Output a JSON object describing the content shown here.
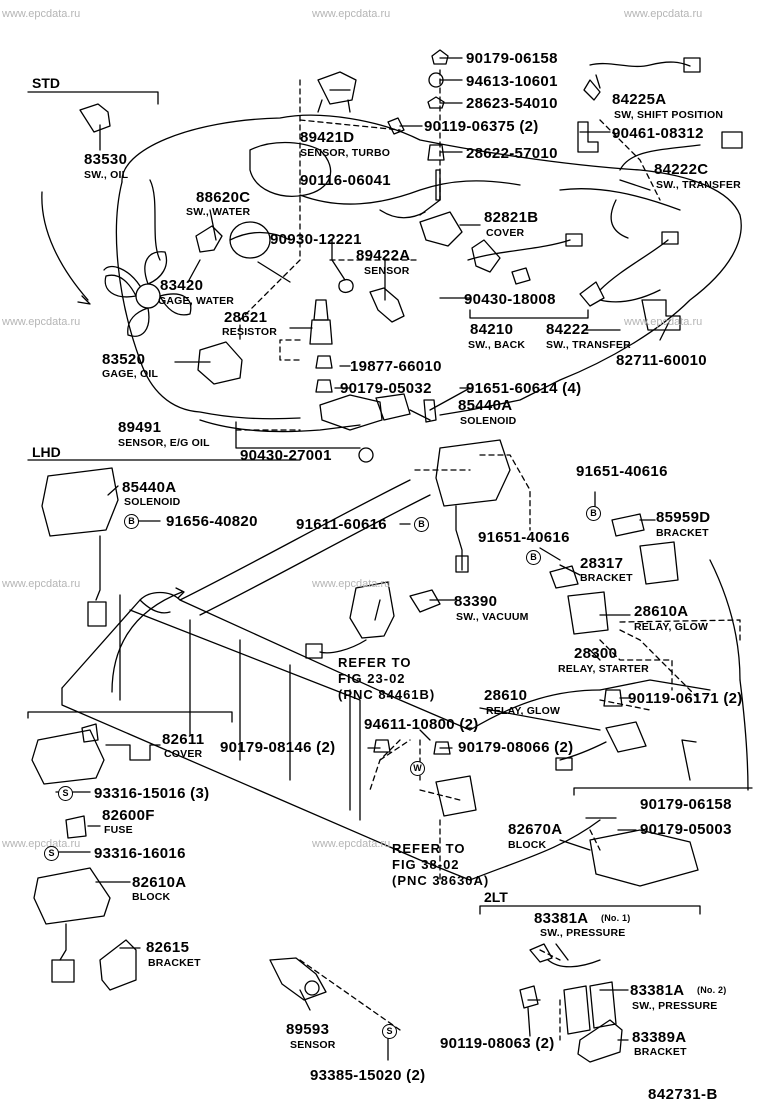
{
  "diagram": {
    "code": "842731-B",
    "watermark": "www.epcdata.ru",
    "sections": [
      "STD",
      "LHD",
      "2LT"
    ],
    "symbols": {
      "B": "B",
      "W": "W",
      "S": "S"
    },
    "labels": [
      {
        "id": "l01",
        "pn": "90179-06158"
      },
      {
        "id": "l02",
        "pn": "94613-10601"
      },
      {
        "id": "l03",
        "pn": "28623-54010"
      },
      {
        "id": "l04",
        "pn": "90119-06375 (2)"
      },
      {
        "id": "l05",
        "pn": "28622-57010"
      },
      {
        "id": "l06",
        "pn": "84225A",
        "desc": "SW, SHIFT POSITION"
      },
      {
        "id": "l07",
        "pn": "90461-08312"
      },
      {
        "id": "l08",
        "pn": "84222C",
        "desc": "SW., TRANSFER"
      },
      {
        "id": "l09",
        "pn": "89421D",
        "desc": "SENSOR, TURBO"
      },
      {
        "id": "l10",
        "pn": "90116-06041"
      },
      {
        "id": "l11",
        "pn": "83530",
        "desc": "SW., OIL"
      },
      {
        "id": "l12",
        "pn": "88620C",
        "desc": "SW., WATER"
      },
      {
        "id": "l13",
        "pn": "82821B",
        "desc": "COVER"
      },
      {
        "id": "l14",
        "pn": "90930-12221"
      },
      {
        "id": "l15",
        "pn": "89422A",
        "desc": "SENSOR"
      },
      {
        "id": "l16",
        "pn": "83420",
        "desc": "GAGE, WATER"
      },
      {
        "id": "l17",
        "pn": "90430-18008"
      },
      {
        "id": "l18",
        "pn": "28621",
        "desc": "RESISTOR"
      },
      {
        "id": "l19",
        "pn": "84210",
        "desc": "SW., BACK"
      },
      {
        "id": "l20",
        "pn": "84222",
        "desc": "SW., TRANSFER"
      },
      {
        "id": "l21",
        "pn": "82711-60010"
      },
      {
        "id": "l22",
        "pn": "83520",
        "desc": "GAGE, OIL"
      },
      {
        "id": "l23",
        "pn": "19877-66010"
      },
      {
        "id": "l24",
        "pn": "90179-05032"
      },
      {
        "id": "l25",
        "pn": "91651-60614 (4)"
      },
      {
        "id": "l26",
        "pn": "85440A",
        "desc": "SOLENOID"
      },
      {
        "id": "l27",
        "pn": "89491",
        "desc": "SENSOR, E/G OIL"
      },
      {
        "id": "l28",
        "pn": "90430-27001"
      },
      {
        "id": "l29",
        "pn": "85440A",
        "desc": "SOLENOID"
      },
      {
        "id": "l30",
        "pn": "91656-40820"
      },
      {
        "id": "l31",
        "pn": "91651-40616"
      },
      {
        "id": "l32",
        "pn": "85959D",
        "desc": "BRACKET"
      },
      {
        "id": "l33",
        "pn": "91611-60616"
      },
      {
        "id": "l34",
        "pn": "91651-40616"
      },
      {
        "id": "l35",
        "pn": "28317",
        "desc": "BRACKET"
      },
      {
        "id": "l36",
        "pn": "83390",
        "desc": "SW., VACUUM"
      },
      {
        "id": "l37",
        "pn": "28610A",
        "desc": "RELAY, GLOW"
      },
      {
        "id": "l38",
        "pn": "28300",
        "desc": "RELAY, STARTER"
      },
      {
        "id": "l39",
        "ref": [
          "REFER TO",
          "FIG 23-02",
          "(PNC 84461B)"
        ]
      },
      {
        "id": "l40",
        "pn": "28610",
        "desc": "RELAY, GLOW"
      },
      {
        "id": "l41",
        "pn": "90119-06171 (2)"
      },
      {
        "id": "l42",
        "pn": "94611-10800 (2)"
      },
      {
        "id": "l43",
        "pn": "82611",
        "desc": "COVER"
      },
      {
        "id": "l44",
        "pn": "90179-08146 (2)"
      },
      {
        "id": "l45",
        "pn": "90179-08066 (2)"
      },
      {
        "id": "l46",
        "pn": "93316-15016 (3)"
      },
      {
        "id": "l47",
        "pn": "82600F",
        "desc": "FUSE"
      },
      {
        "id": "l48",
        "pn": "90179-06158"
      },
      {
        "id": "l49",
        "pn": "82670A",
        "desc": "BLOCK"
      },
      {
        "id": "l50",
        "pn": "90179-05003"
      },
      {
        "id": "l51",
        "pn": "93316-16016"
      },
      {
        "id": "l52",
        "ref": [
          "REFER TO",
          "FIG 38-02",
          "(PNC 38630A)"
        ]
      },
      {
        "id": "l53",
        "pn": "82610A",
        "desc": "BLOCK"
      },
      {
        "id": "l54",
        "pn": "83381A",
        "note": "(No. 1)",
        "desc": "SW., PRESSURE"
      },
      {
        "id": "l55",
        "pn": "82615",
        "desc": "BRACKET"
      },
      {
        "id": "l56",
        "pn": "83381A",
        "note": "(No. 2)",
        "desc": "SW., PRESSURE"
      },
      {
        "id": "l57",
        "pn": "89593",
        "desc": "SENSOR"
      },
      {
        "id": "l58",
        "pn": "90119-08063 (2)"
      },
      {
        "id": "l59",
        "pn": "83389A",
        "desc": "BRACKET"
      },
      {
        "id": "l60",
        "pn": "93385-15020 (2)"
      }
    ]
  }
}
